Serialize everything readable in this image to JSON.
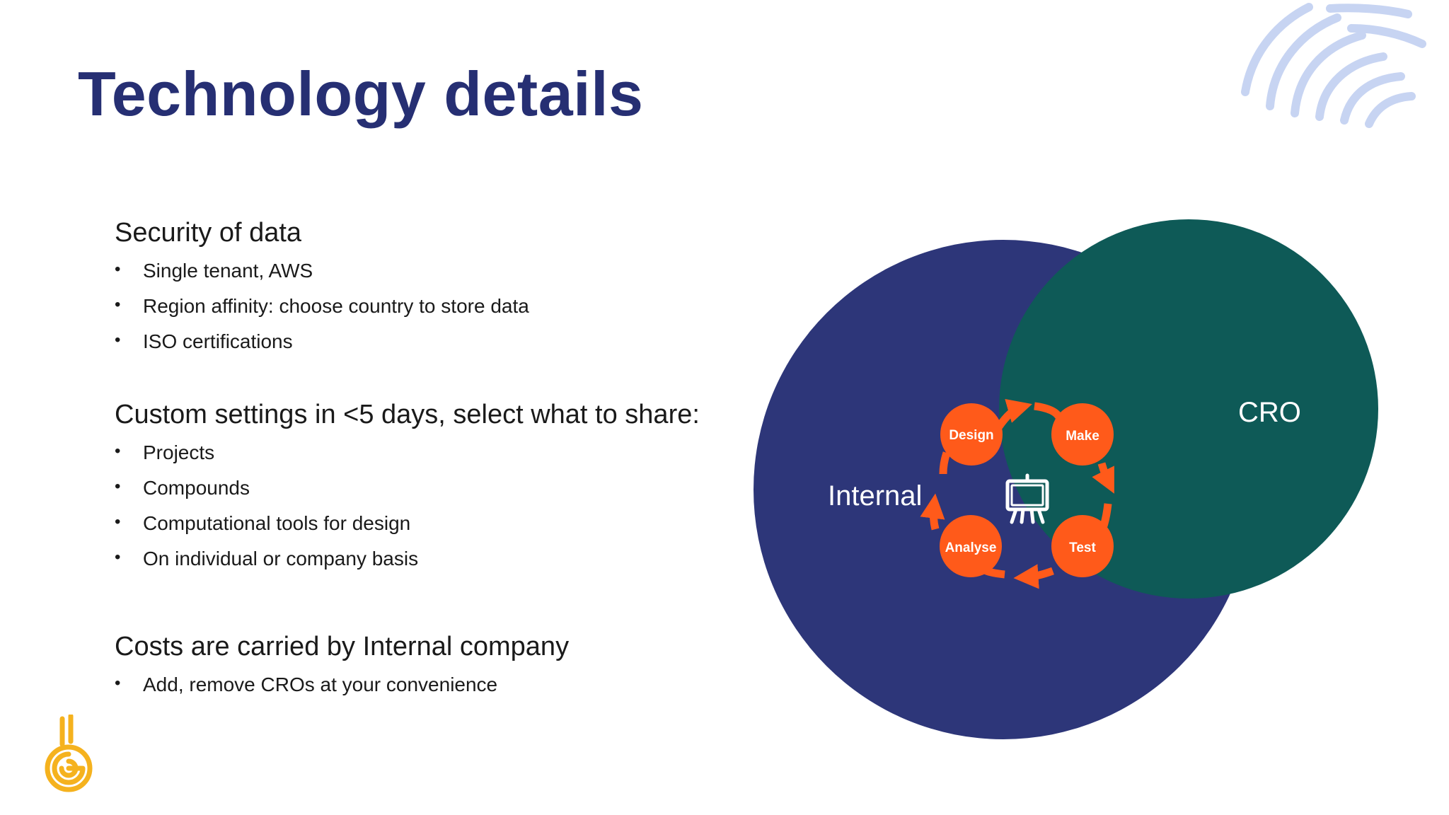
{
  "slide": {
    "title": "Technology details"
  },
  "sections": [
    {
      "heading": "Security of data",
      "bullets": [
        "Single tenant, AWS",
        "Region affinity: choose country to store data",
        "ISO certifications"
      ]
    },
    {
      "heading": "Custom settings in <5 days, select what to share:",
      "bullets": [
        "Projects",
        "Compounds",
        "Computational tools for design",
        "On individual or company basis"
      ]
    },
    {
      "heading": "Costs are carried by Internal company",
      "bullets": [
        "Add, remove CROs at your convenience"
      ]
    }
  ],
  "diagram": {
    "circle_left_label": "Internal",
    "circle_right_label": "CRO",
    "cycle_nodes": [
      "Design",
      "Make",
      "Test",
      "Analyse"
    ],
    "center_icon": "presentation-board-icon",
    "colors": {
      "internal": "#2d3679",
      "cro": "#0e5a57",
      "cycle": "#ff5a1a",
      "title": "#262f73",
      "logo": "#f5b21e",
      "decor": "#c7d4f2"
    }
  },
  "branding": {
    "logo_icon": "flask-maze-logo-icon",
    "decor_icon": "fingerprint-arcs-icon"
  }
}
